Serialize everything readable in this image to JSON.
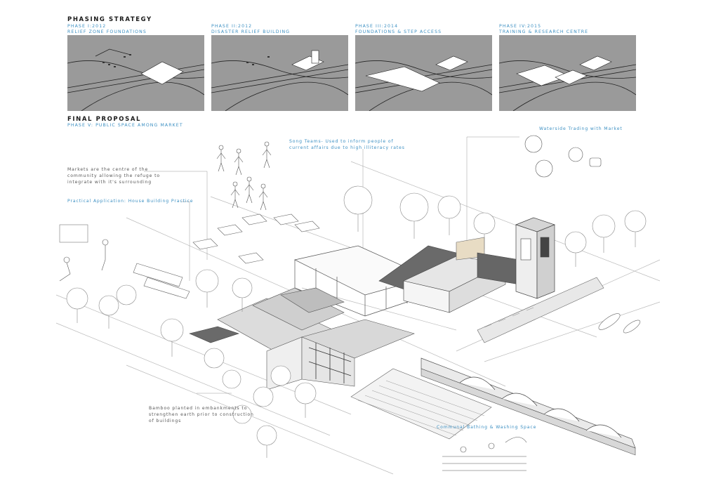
{
  "phasing": {
    "title": "PHASING STRATEGY",
    "phases": [
      {
        "label": "PHASE I:2012",
        "desc": "RELIEF ZONE FOUNDATIONS"
      },
      {
        "label": "PHASE II:2012",
        "desc": "DISASTER RELIEF BUILDING"
      },
      {
        "label": "PHASE III:2014",
        "desc": "FOUNDATIONS & STEP ACCESS"
      },
      {
        "label": "PHASE IV:2015",
        "desc": "TRAINING & RESEARCH CENTRE"
      }
    ]
  },
  "final": {
    "title": "FINAL PROPOSAL",
    "subtitle": "PHASE V: PUBLIC SPACE AMONG MARKET"
  },
  "annotations": {
    "song_teams": [
      "Song Teams- Used to inform people of",
      "current affairs due to high illiteracy rates"
    ],
    "markets": [
      "Markets are the centre of the",
      "community allowing the refuge to",
      "integrate with it's surrounding"
    ],
    "practical": "Practical Application: House Building Practice",
    "waterside": "Waterside Trading with Market",
    "bamboo": [
      "Bamboo planted in embankments to",
      "strengthen earth prior to construction",
      "of buildings"
    ],
    "communal": "Communal Bathing & Washing Space"
  },
  "colors": {
    "panel_bg": "#9a9a9a",
    "accent_blue": "#3b8fc2",
    "roof_dark": "#6a6a6a",
    "line": "#777777"
  }
}
